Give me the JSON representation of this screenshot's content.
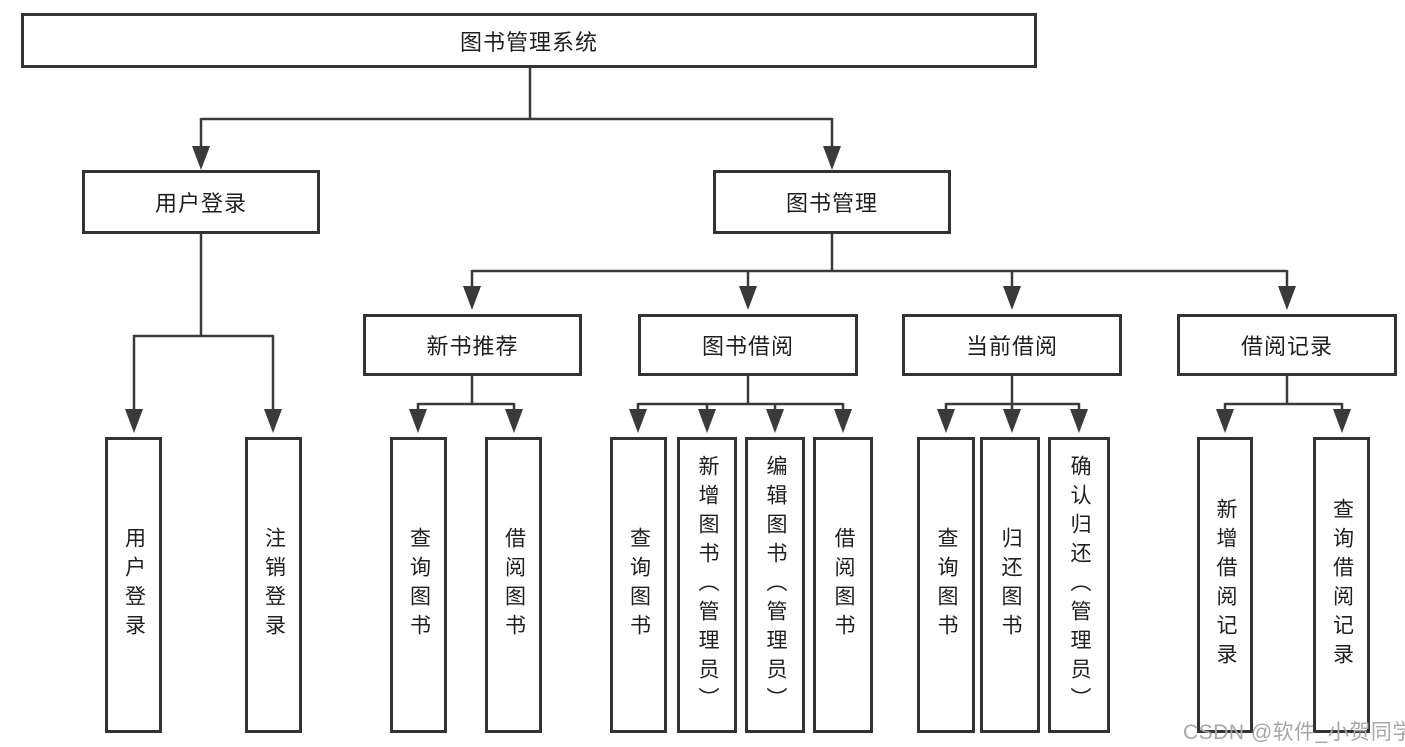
{
  "tree": {
    "label": "图书管理系统",
    "children": [
      {
        "label": "用户登录",
        "children": [
          {
            "label": "用户登录"
          },
          {
            "label": "注销登录"
          }
        ]
      },
      {
        "label": "图书管理",
        "children": [
          {
            "label": "新书推荐",
            "children": [
              {
                "label": "查询图书"
              },
              {
                "label": "借阅图书"
              }
            ]
          },
          {
            "label": "图书借阅",
            "children": [
              {
                "label": "查询图书"
              },
              {
                "label": "新增图书（管理员）"
              },
              {
                "label": "编辑图书（管理员）"
              },
              {
                "label": "借阅图书"
              }
            ]
          },
          {
            "label": "当前借阅",
            "children": [
              {
                "label": "查询图书"
              },
              {
                "label": "归还图书"
              },
              {
                "label": "确认归还（管理员）"
              }
            ]
          },
          {
            "label": "借阅记录",
            "children": [
              {
                "label": "新增借阅记录"
              },
              {
                "label": "查询借阅记录"
              }
            ]
          }
        ]
      }
    ]
  },
  "watermark": {
    "text": "CSDN @软件_小贺同学"
  },
  "colors": {
    "line": "#3a3a3a",
    "box_border": "#333333",
    "text": "#1f1f1f",
    "watermark": "#a8a8a8",
    "background": "#ffffff"
  }
}
